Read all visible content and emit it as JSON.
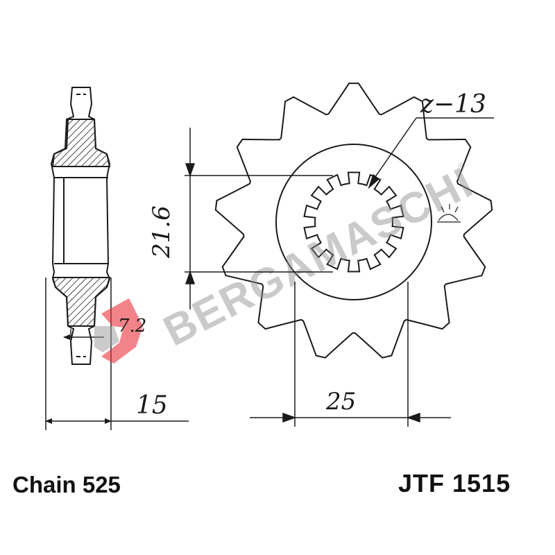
{
  "watermark": {
    "brand": "BERGAMASCHI",
    "registered_mark": "®",
    "colors": {
      "logo_red": "#e8303a",
      "logo_gray": "#9a9a9a",
      "brand_text": "#8c8c8c"
    }
  },
  "dimensions": {
    "teeth": "z−13",
    "spline_height": "21.6",
    "tooth_width": "7.2",
    "hub_width": "15",
    "hub_diameter": "25"
  },
  "footer": {
    "chain": "Chain 525",
    "part_number": "JTF 1515"
  },
  "colors": {
    "ink": "#1a1a1a",
    "background": "#ffffff"
  }
}
